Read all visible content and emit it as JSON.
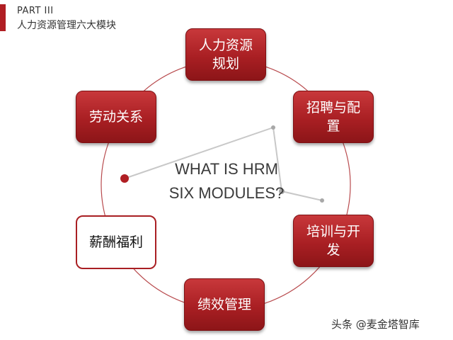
{
  "header": {
    "part": "PART III",
    "subtitle": "人力资源管理六大模块"
  },
  "center": {
    "line1": "WHAT IS HRM",
    "line2": "SIX MODULES?"
  },
  "modules": [
    {
      "label": "人力资源\n规划",
      "style": "filled"
    },
    {
      "label": "招聘与配\n置",
      "style": "filled"
    },
    {
      "label": "培训与开\n发",
      "style": "filled"
    },
    {
      "label": "绩效管理",
      "style": "filled"
    },
    {
      "label": "薪酬福利",
      "style": "outline"
    },
    {
      "label": "劳动关系",
      "style": "filled"
    }
  ],
  "colors": {
    "accent": "#b01e23",
    "circle": "#b84a4d",
    "connector": "#c8c8c8"
  },
  "watermark": "头条 @麦金塔智库"
}
